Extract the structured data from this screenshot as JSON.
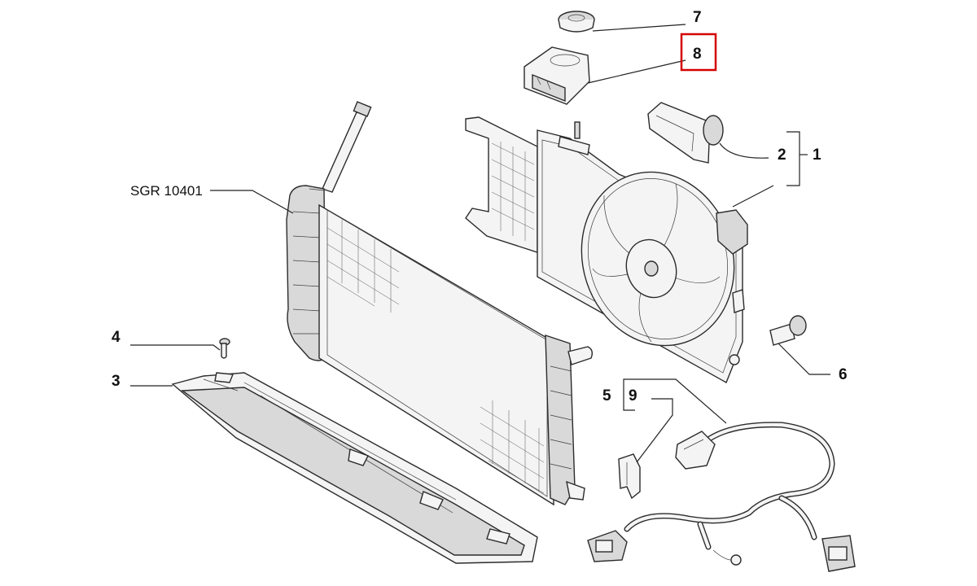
{
  "diagram": {
    "reference_code": "SGR 10401",
    "highlighted_callout": "8",
    "highlight_color": "#d40000",
    "callouts": [
      {
        "id": "callout-1",
        "text": "1"
      },
      {
        "id": "callout-2",
        "text": "2"
      },
      {
        "id": "callout-3",
        "text": "3"
      },
      {
        "id": "callout-4",
        "text": "4"
      },
      {
        "id": "callout-5",
        "text": "5"
      },
      {
        "id": "callout-6",
        "text": "6"
      },
      {
        "id": "callout-7",
        "text": "7"
      },
      {
        "id": "callout-8",
        "text": "8"
      },
      {
        "id": "callout-9",
        "text": "9"
      }
    ]
  }
}
